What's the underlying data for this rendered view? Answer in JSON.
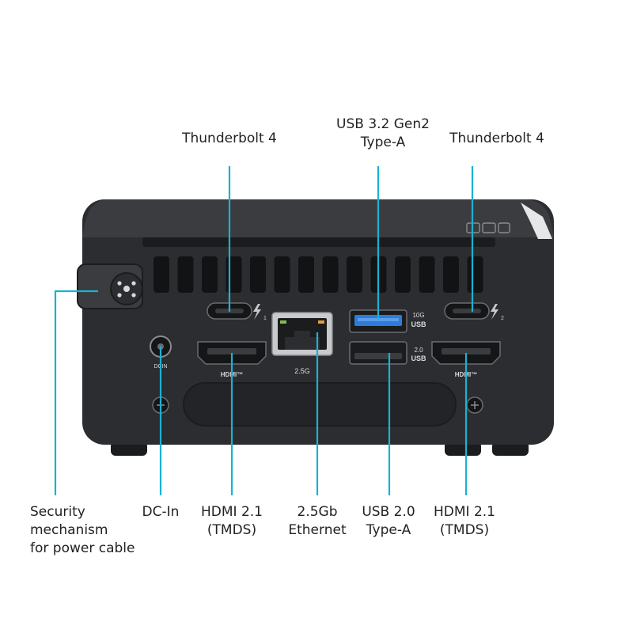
{
  "colors": {
    "leader_line": "#19b2d3",
    "chassis": "#2b2d30",
    "chassis_top": "#3a3c40",
    "usb3_blue": "#2f7bd9",
    "text": "#222222"
  },
  "top_labels": {
    "tb4_left": [
      "Thunderbolt 4"
    ],
    "usb32": [
      "USB 3.2 Gen2",
      "Type-A"
    ],
    "tb4_right": [
      "Thunderbolt 4"
    ]
  },
  "bottom_labels": {
    "security": [
      "Security",
      "mechanism",
      "for power cable"
    ],
    "dcin": [
      "DC-In"
    ],
    "hdmi_left": [
      "HDMI 2.1",
      "(TMDS)"
    ],
    "ethernet": [
      "2.5Gb",
      "Ethernet"
    ],
    "usb20": [
      "USB 2.0",
      "Type-A"
    ],
    "hdmi_right": [
      "HDMI 2.1",
      "(TMDS)"
    ]
  },
  "device_markings": {
    "tb_left_index": "1",
    "tb_right_index": "2",
    "usb3_speed": "10G",
    "usb3_usb": "USB",
    "usb2_speed": "2.0",
    "usb2_usb": "USB",
    "hdmi_logo": "HDMI™",
    "lan_speed": "2.5G",
    "dcin": "DCIN"
  },
  "icons": {
    "thunderbolt": "lightning-bolt-icon",
    "security": "security-lock-icon"
  }
}
